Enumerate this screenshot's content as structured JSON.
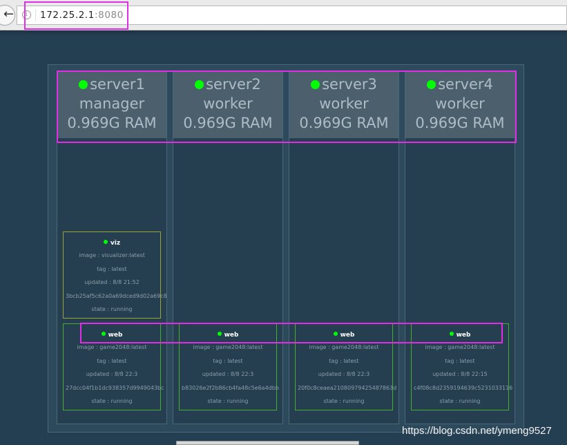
{
  "browser": {
    "url_host": "172.25.2.1",
    "url_port": ":8080",
    "back_icon": "arrow-left",
    "info_icon": "i"
  },
  "colors": {
    "page_bg": "#243f52",
    "node_header_bg": "#4b5f6d",
    "status_dot": "#00ff00",
    "highlight": "#e12ee6",
    "task_border_viz": "#9da532",
    "task_border_web": "#44b02e"
  },
  "nodes": [
    {
      "name": "server1",
      "role": "manager",
      "ram": "0.969G RAM"
    },
    {
      "name": "server2",
      "role": "worker",
      "ram": "0.969G RAM"
    },
    {
      "name": "server3",
      "role": "worker",
      "ram": "0.969G RAM"
    },
    {
      "name": "server4",
      "role": "worker",
      "ram": "0.969G RAM"
    }
  ],
  "tasks": {
    "viz": {
      "name": "viz",
      "image": "image : visualizer:latest",
      "tag": "tag : latest",
      "updated": "updated : 8/8 21:52",
      "id": "3bcb25af5c62a0a69dced9d02a69c8",
      "state": "state : running"
    },
    "web": [
      {
        "name": "web",
        "image": "image : game2048:latest",
        "tag": "tag : latest",
        "updated": "updated : 8/8 22:3",
        "id": "27dcc04f1b1dc938357d9949043bc",
        "state": "state : running"
      },
      {
        "name": "web",
        "image": "image : game2048:latest",
        "tag": "tag : latest",
        "updated": "updated : 8/8 22:3",
        "id": "b83026e2f2b86cb4fa48c5e6a4dbb",
        "state": "state : running"
      },
      {
        "name": "web",
        "image": "image : game2048:latest",
        "tag": "tag : latest",
        "updated": "updated : 8/8 22:3",
        "id": "20f0c8ceaea21080979425487863d",
        "state": "state : running"
      },
      {
        "name": "web",
        "image": "image : game2048:latest",
        "tag": "tag : latest",
        "updated": "updated : 8/8 22:15",
        "id": "c4f08c8d2359194639c5231033116",
        "state": "state : running"
      }
    ]
  },
  "watermark": "https://blog.csdn.net/ymeng9527"
}
